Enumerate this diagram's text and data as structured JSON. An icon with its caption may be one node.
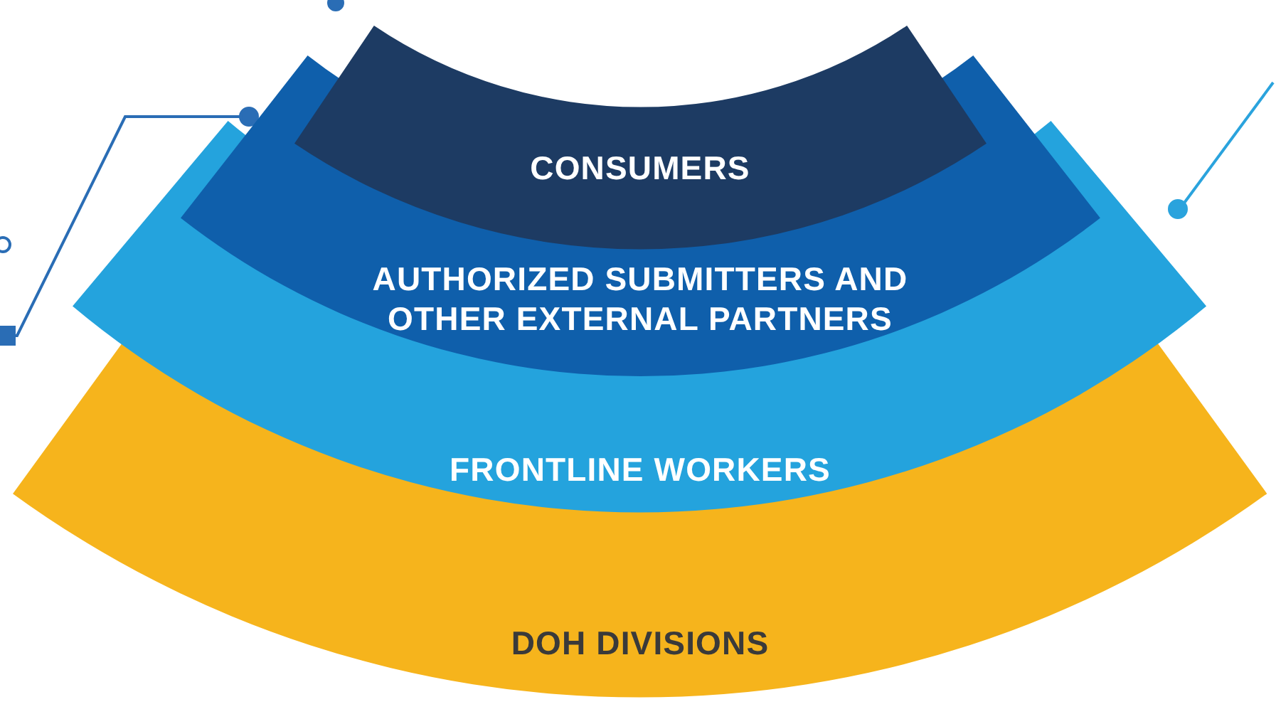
{
  "diagram": {
    "nodes": [
      {
        "text": [
          "CONSUMERS"
        ]
      },
      {
        "text": [
          "AUTHORIZED SUBMITTERS AND OTHER EXTERNAL PARTNERS"
        ]
      },
      {
        "text": [
          "FRONTLINE WORKERS"
        ]
      },
      {
        "text": [
          "DOH DIVISIONS"
        ]
      }
    ]
  }
}
